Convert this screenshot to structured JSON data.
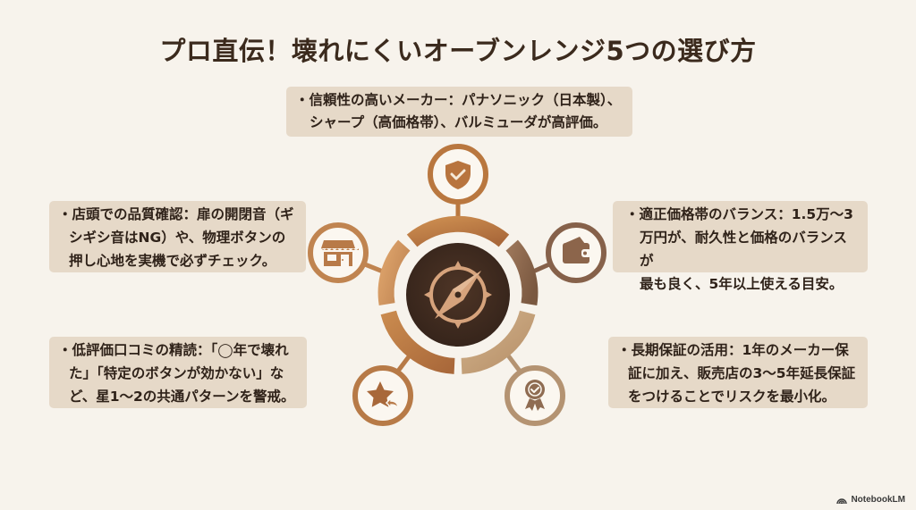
{
  "title": "プロ直伝！壊れにくいオーブンレンジ5つの選び方",
  "bullet": "・",
  "colors": {
    "background": "#f7f3ec",
    "card": "#e6d9c8",
    "title_text": "#3b2a1d",
    "center_dark": "#3e2a1e",
    "accent_copper": "#b9773f",
    "accent_brown": "#8a6448",
    "accent_tan": "#c4a27c"
  },
  "center": {
    "icon": "compass-icon"
  },
  "points": [
    {
      "id": "reliable-makers",
      "position": "top",
      "icon": "shield-check-icon",
      "lines": [
        "信頼性の高いメーカー：パナソニック（日本製）、",
        "シャープ（高価格帯）、バルミューダが高評価。"
      ]
    },
    {
      "id": "store-check",
      "position": "left",
      "icon": "store-icon",
      "lines": [
        "店頭での品質確認：扉の開閉音（ギ",
        "シギシ音はNG）や、物理ボタンの",
        "押し心地を実機で必ずチェック。"
      ]
    },
    {
      "id": "price-balance",
      "position": "right",
      "icon": "wallet-icon",
      "lines": [
        "適正価格帯のバランス：1.5万〜3",
        "万円が、耐久性と価格のバランスが",
        "最も良く、5年以上使える目安。"
      ]
    },
    {
      "id": "low-reviews",
      "position": "bottom-left",
      "icon": "star-reply-icon",
      "lines": [
        "低評価口コミの精読：「◯年で壊れ",
        "た」「特定のボタンが効かない」な",
        "ど、星1〜2の共通パターンを警戒。"
      ]
    },
    {
      "id": "extended-warranty",
      "position": "bottom-right",
      "icon": "award-badge-icon",
      "lines": [
        "長期保証の活用：1年のメーカー保",
        "証に加え、販売店の3〜5年延長保証",
        "をつけることでリスクを最小化。"
      ]
    }
  ],
  "watermark": "NotebookLM"
}
